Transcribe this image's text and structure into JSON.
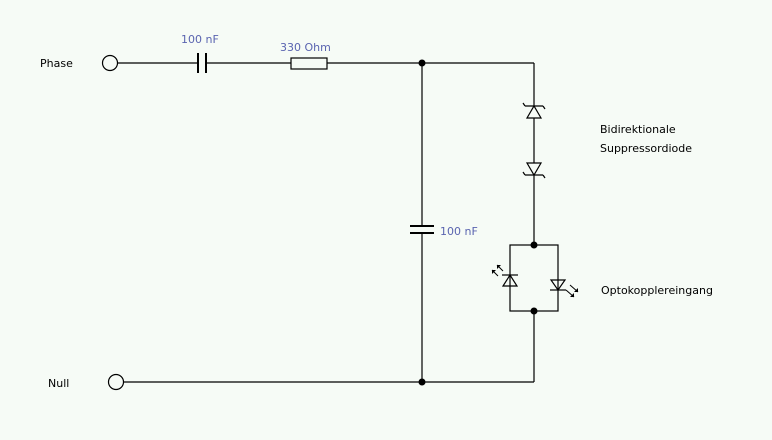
{
  "terminals": {
    "phase": "Phase",
    "null": "Null"
  },
  "components": {
    "series_capacitor": "100 nF",
    "resistor": "330  Ohm",
    "shunt_capacitor": "100 nF"
  },
  "annotations": {
    "suppressor_line1": "Bidirektionale",
    "suppressor_line2": "Suppressordiode",
    "optocoupler": "Optokopplereingang"
  },
  "colors": {
    "background": "#f6fbf6",
    "wire": "#000000",
    "value_text": "#5a64b0"
  }
}
